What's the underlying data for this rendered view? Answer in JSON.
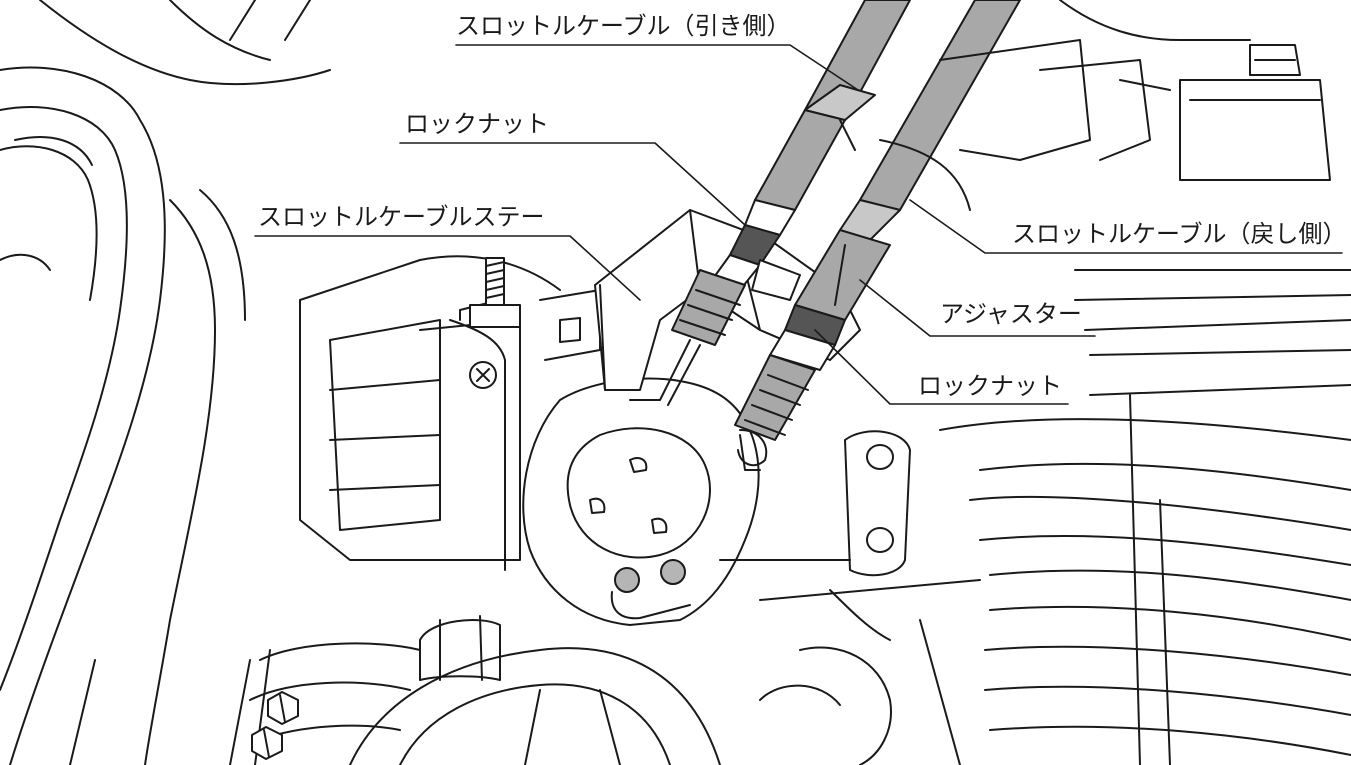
{
  "labels": {
    "throttle_cable_pull": "スロットルケーブル（引き側）",
    "lock_nut_upper": "ロックナット",
    "throttle_cable_stay": "スロットルケーブルステー",
    "throttle_cable_return": "スロットルケーブル（戻し側）",
    "adjuster": "アジャスター",
    "lock_nut_lower": "ロックナット"
  },
  "colors": {
    "line": "#1a1a1a",
    "cable_fill": "#a8a8a8",
    "nut_dark": "#555555",
    "cap_fill": "#b5b5b5",
    "background": "#ffffff"
  }
}
